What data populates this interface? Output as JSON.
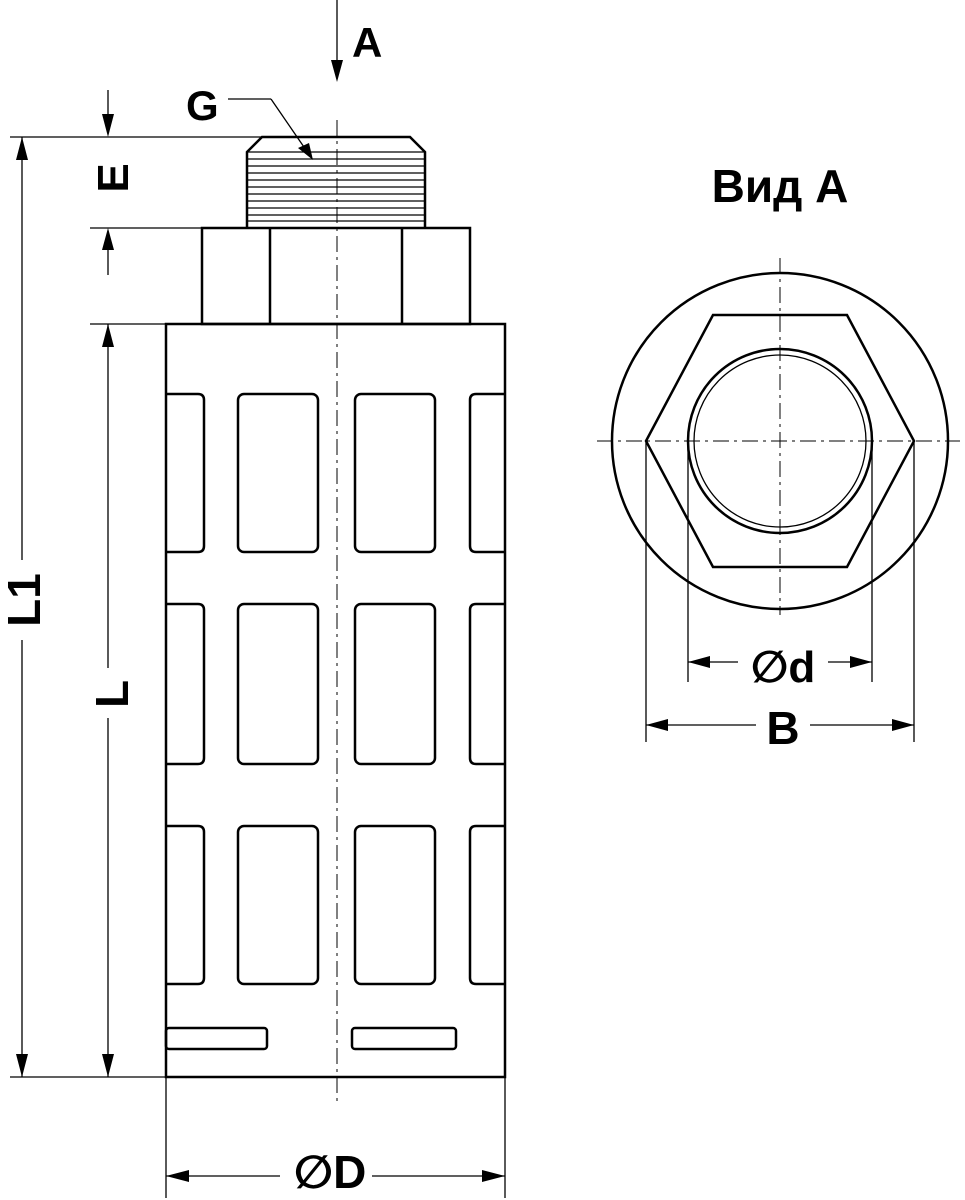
{
  "labels": {
    "view_arrow": "A",
    "thread": "G",
    "thread_length": "E",
    "overall_length": "L1",
    "body_length": "L",
    "body_diameter": "∅D",
    "view_title": "Вид А",
    "bore_diameter": "∅d",
    "hex_size": "B"
  },
  "colors": {
    "stroke": "#000000",
    "background": "#ffffff"
  }
}
